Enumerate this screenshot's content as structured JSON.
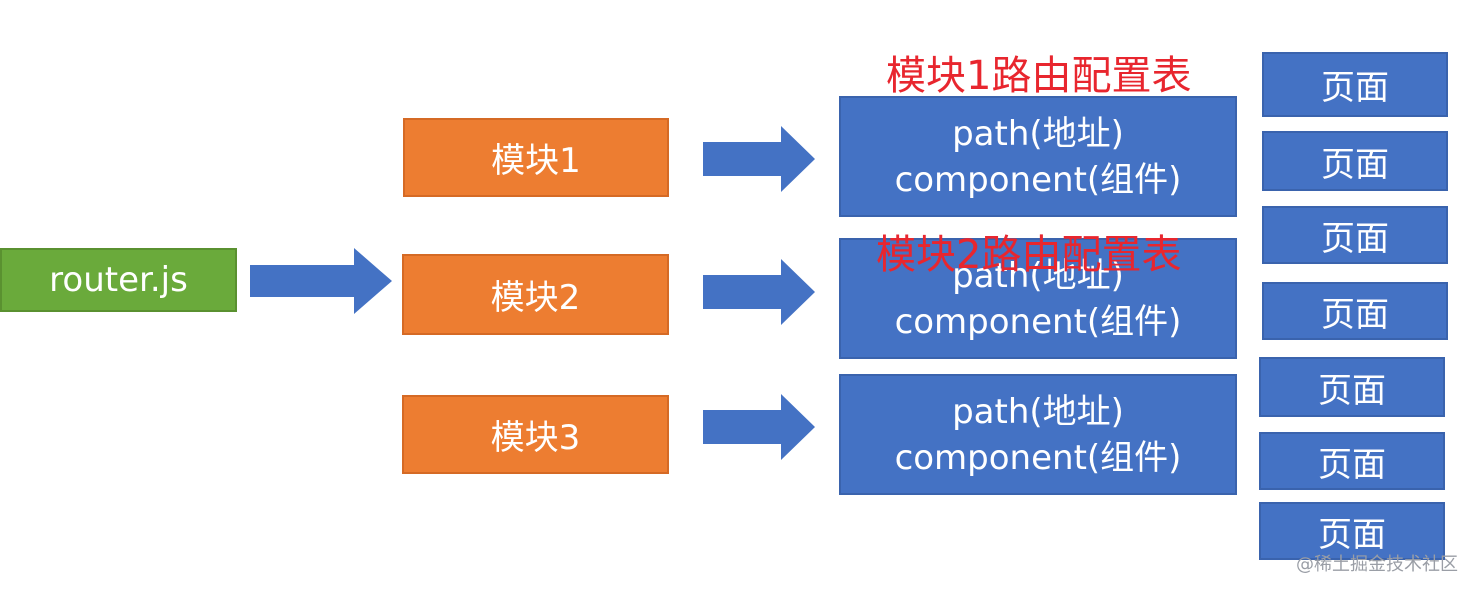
{
  "root": {
    "label": "router.js"
  },
  "modules": [
    {
      "label": "模块1"
    },
    {
      "label": "模块2"
    },
    {
      "label": "模块3"
    }
  ],
  "route_configs": [
    {
      "line1": "path(地址)",
      "line2": "component(组件)"
    },
    {
      "line1": "path(地址)",
      "line2": "component(组件)"
    },
    {
      "line1": "path(地址)",
      "line2": "component(组件)"
    }
  ],
  "config_labels": [
    "模块1路由配置表",
    "模块2路由配置表"
  ],
  "pages": [
    "页面",
    "页面",
    "页面",
    "页面",
    "页面",
    "页面",
    "页面"
  ],
  "watermark": "@稀土掘金技术社区",
  "colors": {
    "root_fill": "#6aaa3b",
    "module_fill": "#ed7d31",
    "config_fill": "#4472c4",
    "page_fill": "#4472c4",
    "arrow_fill": "#4472c4",
    "label_text": "#e8262e",
    "watermark_text": "#9a9ea6"
  }
}
